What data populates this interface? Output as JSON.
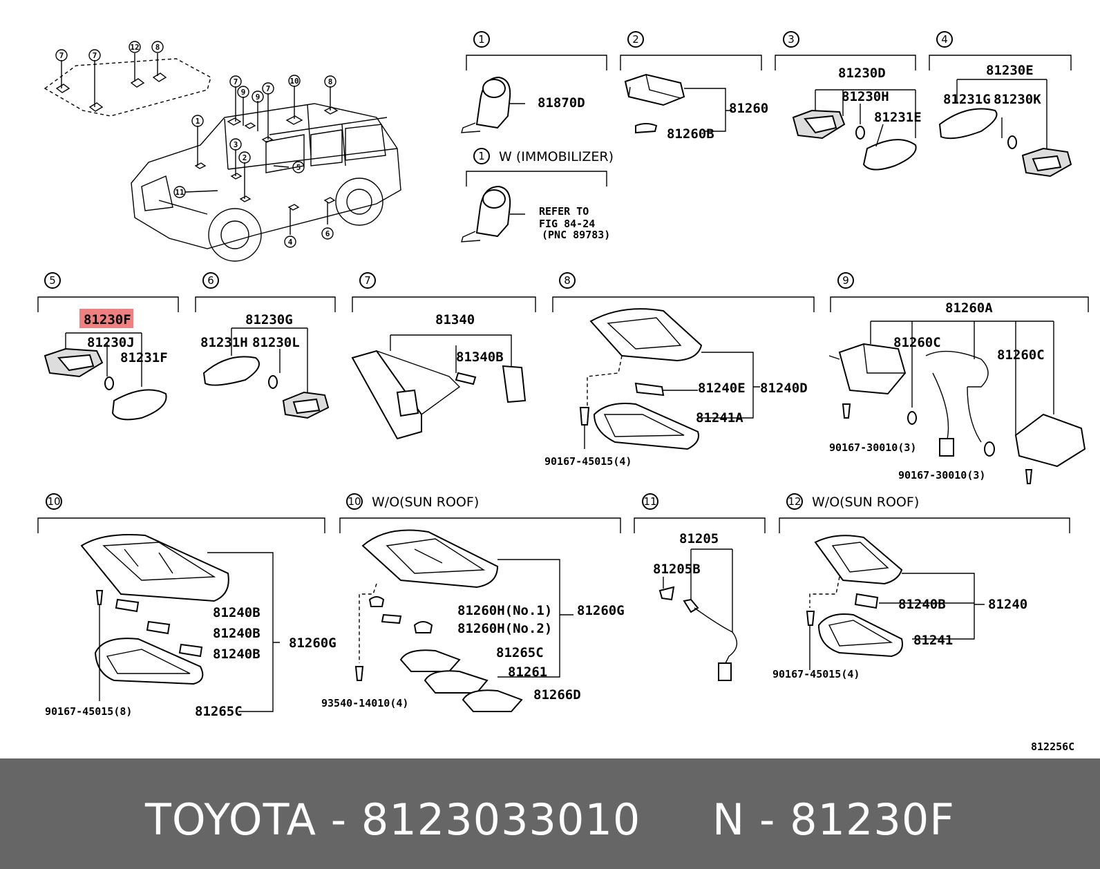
{
  "highlight_color": "#f08080",
  "footer": {
    "brand": "TOYOTA",
    "separator": " - ",
    "part_number": "8123033010",
    "ref_prefix": "N - ",
    "ref": "81230F"
  },
  "drawing_code": "812256C",
  "vehicle_callouts": [
    "7",
    "7",
    "12",
    "8",
    "7",
    "9",
    "9",
    "7",
    "10",
    "8",
    "1",
    "3",
    "2",
    "5",
    "11",
    "4",
    "6"
  ],
  "sections": [
    {
      "num": "1",
      "title": "",
      "labels": [
        "81870D"
      ]
    },
    {
      "num": "1",
      "title": "W (IMMOBILIZER)",
      "labels": [
        "REFER TO",
        "FIG 84-24",
        "(PNC 89783)"
      ]
    },
    {
      "num": "2",
      "title": "",
      "labels": [
        "81260",
        "81260B"
      ]
    },
    {
      "num": "3",
      "title": "",
      "labels": [
        "81230D",
        "81230H",
        "81231E"
      ]
    },
    {
      "num": "4",
      "title": "",
      "labels": [
        "81230E",
        "81231G",
        "81230K"
      ]
    },
    {
      "num": "5",
      "title": "",
      "labels": [
        "81230F",
        "81230J",
        "81231F"
      ]
    },
    {
      "num": "6",
      "title": "",
      "labels": [
        "81230G",
        "81231H",
        "81230L"
      ]
    },
    {
      "num": "7",
      "title": "",
      "labels": [
        "81340",
        "81340B"
      ]
    },
    {
      "num": "8",
      "title": "",
      "labels": [
        "81240E",
        "81240D",
        "81241A",
        "90167-45015(4)"
      ]
    },
    {
      "num": "9",
      "title": "",
      "labels": [
        "81260A",
        "81260C",
        "81260C",
        "90167-30010(3)",
        "90167-30010(3)"
      ]
    },
    {
      "num": "10",
      "title": "",
      "labels": [
        "81240B",
        "81240B",
        "81240B",
        "81260G",
        "81265C",
        "90167-45015(8)"
      ]
    },
    {
      "num": "10",
      "title": "W/O(SUN ROOF)",
      "labels": [
        "81260H(No.1)",
        "81260H(No.2)",
        "81260G",
        "81265C",
        "81261",
        "81266D",
        "93540-14010(4)"
      ]
    },
    {
      "num": "11",
      "title": "",
      "labels": [
        "81205",
        "81205B"
      ]
    },
    {
      "num": "12",
      "title": "W/O(SUN ROOF)",
      "labels": [
        "81240B",
        "81240",
        "81241",
        "90167-45015(4)"
      ]
    }
  ]
}
